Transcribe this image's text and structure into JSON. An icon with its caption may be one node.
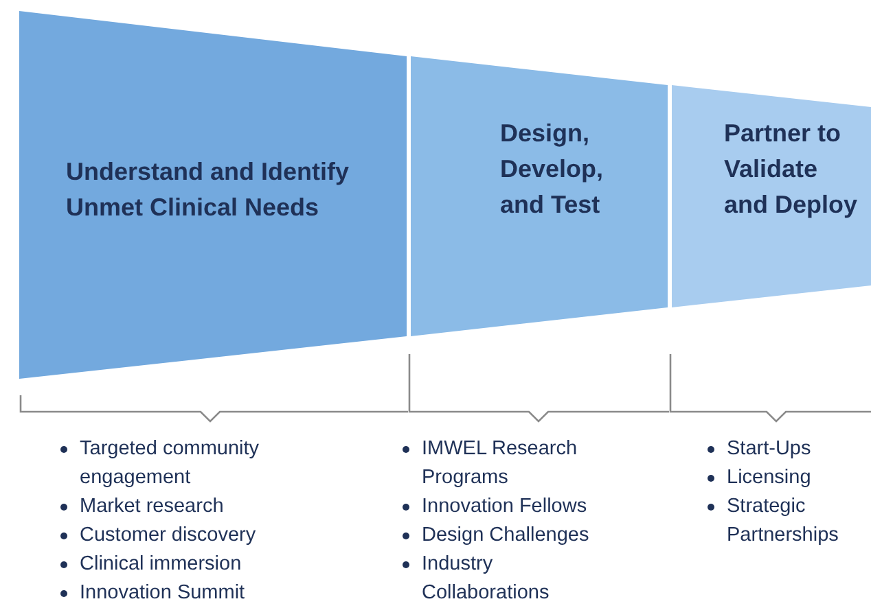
{
  "diagram": {
    "nodes": [
      {
        "text": [
          "Understand and Identify Unmet Clinical Needs"
        ]
      },
      {
        "text": [
          "Design, Develop, and Test"
        ]
      },
      {
        "text": [
          "Partner to Validate and Deploy"
        ]
      }
    ],
    "edges": [],
    "labels": [
      "Targeted community engagement",
      "Market research",
      "Customer discovery",
      "Clinical immersion",
      "Innovation Summit",
      "IMWEL Research Programs",
      "Innovation Fellows",
      "Design Challenges",
      "Industry Collaborations",
      "Start-Ups",
      "Licensing",
      "Strategic Partnerships"
    ]
  }
}
